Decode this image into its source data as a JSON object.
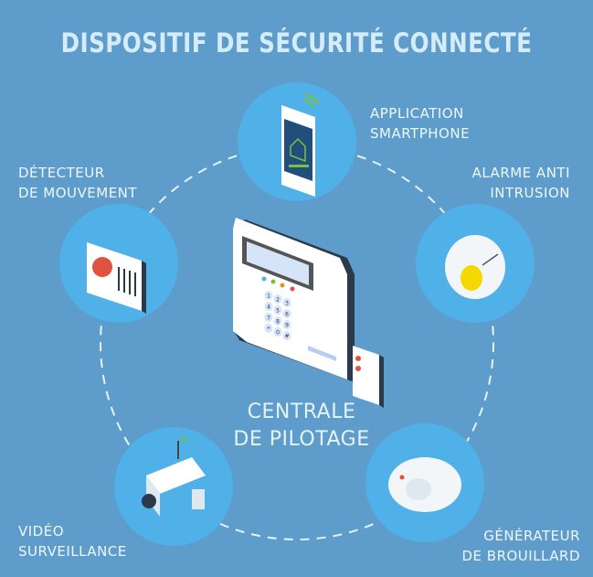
{
  "title": "DISPOSITIF DE SÉCURITÉ CONNECTÉ",
  "center": {
    "line1": "CENTRALE",
    "line2": "DE PILOTAGE"
  },
  "nodes": {
    "smartphone": {
      "line1": "APPLICATION",
      "line2": "SMARTPHONE"
    },
    "alarm": {
      "line1": "ALARME ANTI",
      "line2": "INTRUSION"
    },
    "detector": {
      "line1": "DÉTECTEUR",
      "line2": "DE MOUVEMENT"
    },
    "video": {
      "line1": "VIDÉO",
      "line2": "SURVEILLANCE"
    },
    "fog": {
      "line1": "GÉNÉRATEUR",
      "line2": "DE BROUILLARD"
    }
  },
  "keypad": [
    "1",
    "2",
    "3",
    "4",
    "5",
    "6",
    "7",
    "8",
    "9",
    "*",
    "0",
    "#"
  ],
  "colors": {
    "background": "#5d9ccb",
    "circle": "#4fb1e8",
    "accent_red": "#e0533f",
    "accent_green": "#7bc043",
    "accent_yellow": "#f5d800"
  }
}
